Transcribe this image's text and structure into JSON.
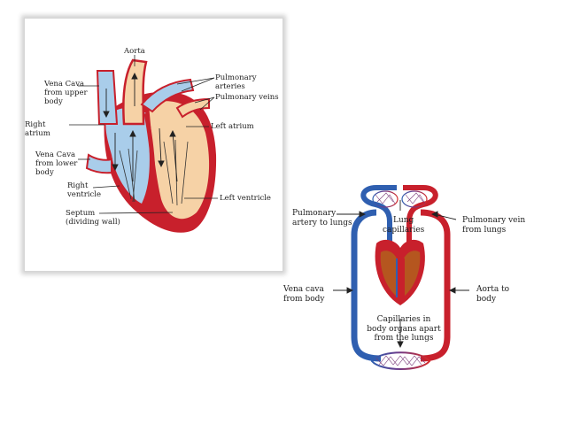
{
  "heart_diagram": {
    "labels": {
      "aorta": "Aorta",
      "pulmonary_arteries": "Pulmonary arteries",
      "pulmonary_veins": "Pulmonary veins",
      "vena_cava_upper": "Vena Cava\nfrom upper\nbody",
      "right_atrium": "Right atrium",
      "left_atrium": "Left atrium",
      "vena_cava_lower": "Vena Cava\nfrom lower\nbody",
      "right_ventricle": "Right\nventricle",
      "left_ventricle": "Left ventricle",
      "septum": "Septum\n(dividing wall)"
    }
  },
  "circulation_diagram": {
    "labels": {
      "pulmonary_artery": "Pulmonary\nartery to lungs",
      "lung_capillaries": "Lung\ncapillaries",
      "pulmonary_vein": "Pulmonary vein\nfrom lungs",
      "vena_cava": "Vena cava\nfrom body",
      "aorta": "Aorta to\nbody",
      "body_capillaries": "Capillaries in\nbody organs apart\nfrom the lungs"
    }
  },
  "colors": {
    "oxygenated": "#c8202c",
    "deoxygenated": "#a9cdea",
    "deoxygenated_vessel": "#2f5fb0",
    "heart_wall": "#f6d2a6",
    "heart_muscle": "#b5561f"
  }
}
